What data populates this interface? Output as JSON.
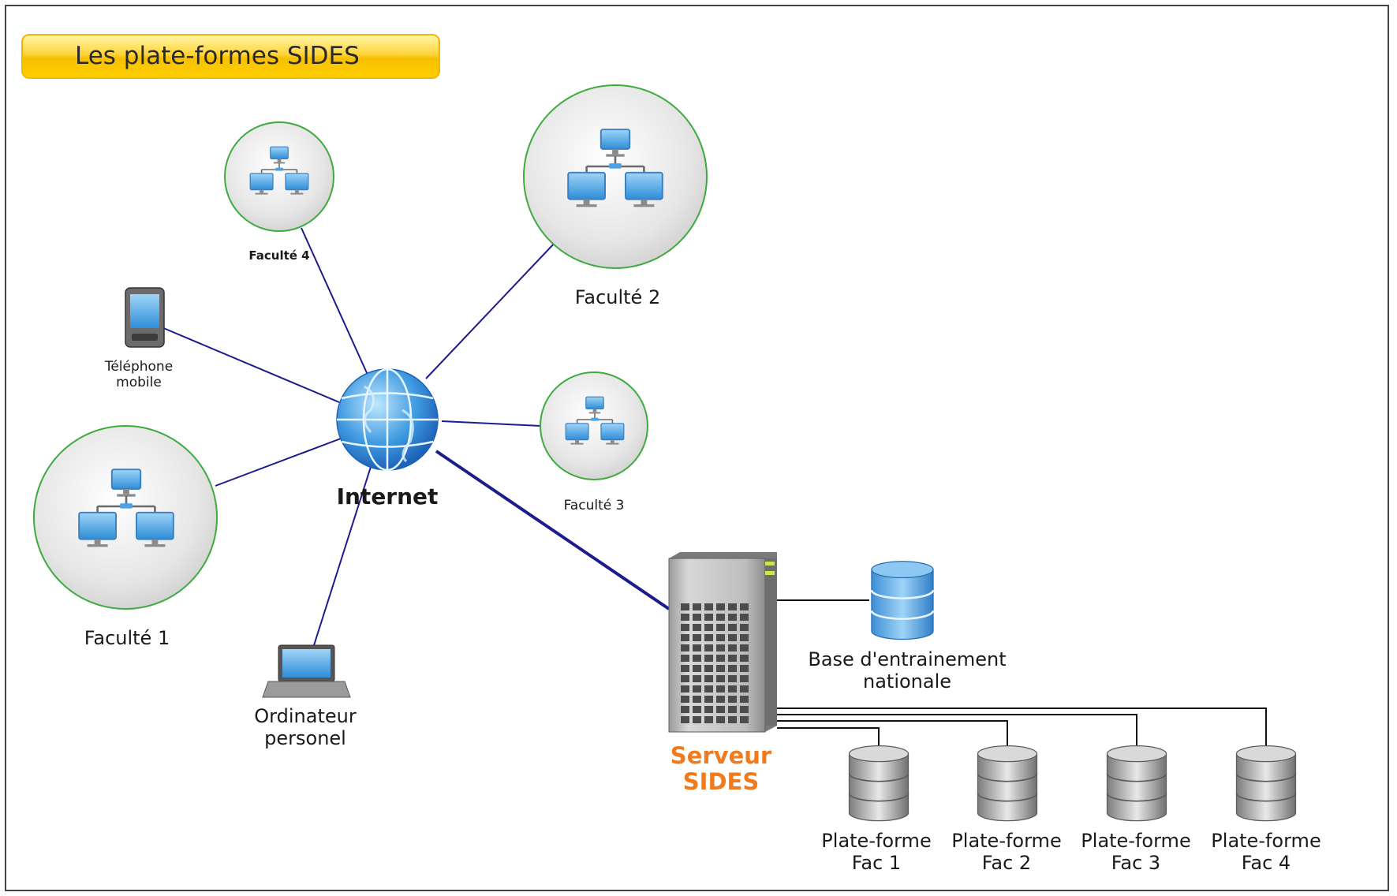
{
  "title": "Les plate-formes SIDES",
  "colors": {
    "banner": "#ffd000",
    "link": "#1c1c8c",
    "server_label": "#f07a1e",
    "ring": "#3faa3f"
  },
  "nodes": {
    "internet": {
      "label": "Internet",
      "icon": "globe-icon"
    },
    "faculte1": {
      "label": "Faculté 1",
      "icon": "network-icon"
    },
    "faculte2": {
      "label": "Faculté 2",
      "icon": "network-icon"
    },
    "faculte3": {
      "label": "Faculté 3",
      "icon": "network-icon"
    },
    "faculte4": {
      "label": "Faculté 4",
      "icon": "network-icon"
    },
    "telephone": {
      "line1": "Téléphone",
      "line2": "mobile",
      "icon": "phone-icon"
    },
    "ordinateur": {
      "line1": "Ordinateur",
      "line2": "personel",
      "icon": "laptop-icon"
    },
    "serveur": {
      "line1": "Serveur",
      "line2": "SIDES",
      "icon": "server-icon"
    },
    "base": {
      "line1": "Base d'entrainement",
      "line2": "nationale",
      "icon": "database-icon"
    },
    "platforms": [
      {
        "line1": "Plate-forme",
        "line2": "Fac 1"
      },
      {
        "line1": "Plate-forme",
        "line2": "Fac 2"
      },
      {
        "line1": "Plate-forme",
        "line2": "Fac 3"
      },
      {
        "line1": "Plate-forme",
        "line2": "Fac 4"
      }
    ]
  }
}
